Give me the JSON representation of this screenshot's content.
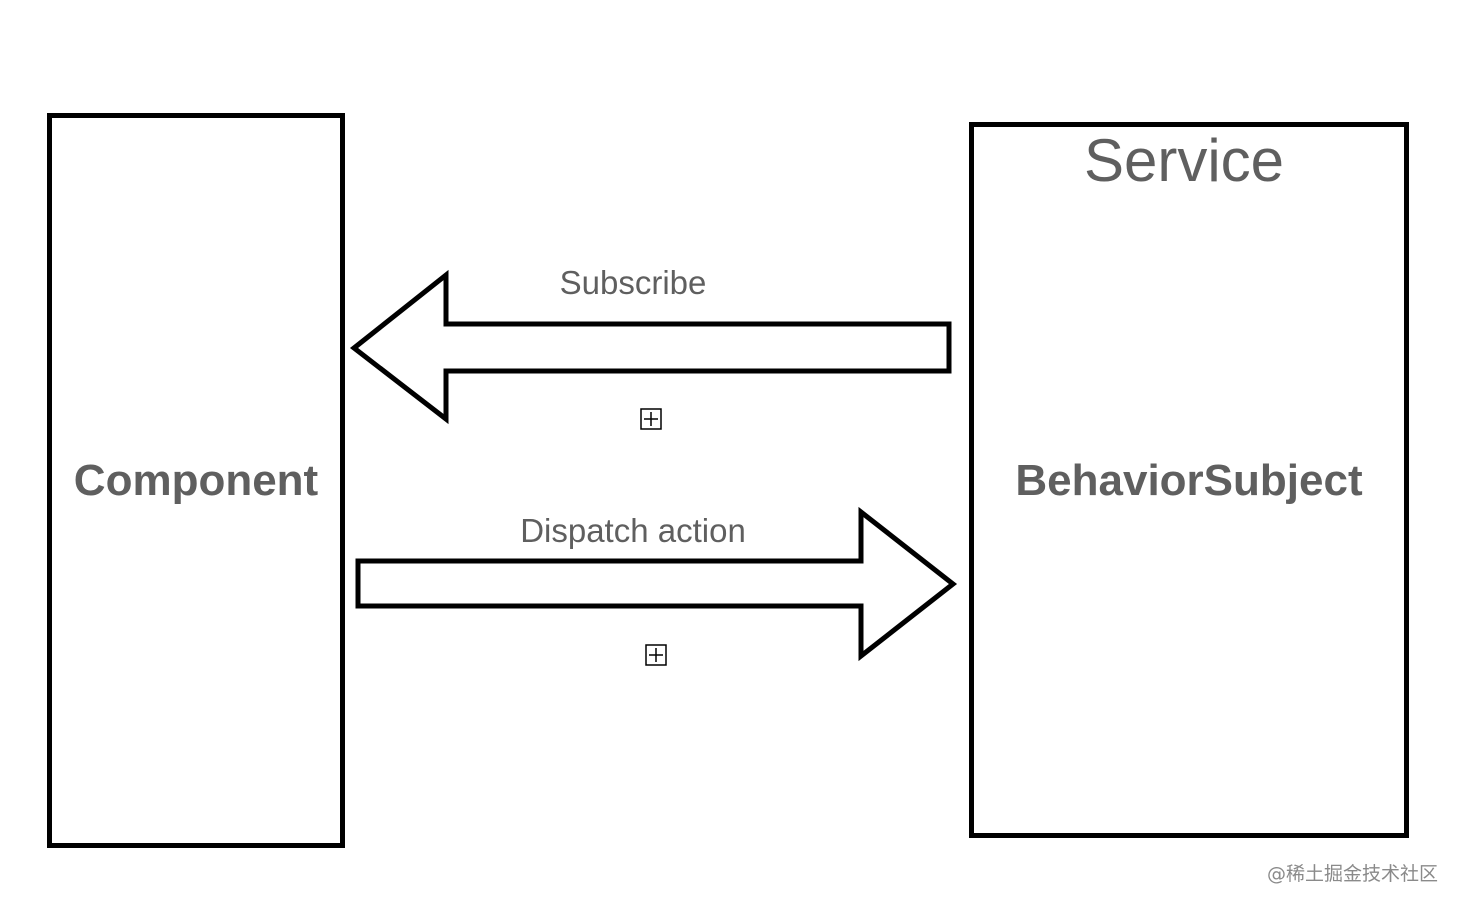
{
  "diagram": {
    "component": {
      "label": "Component"
    },
    "service": {
      "title": "Service",
      "subject_label": "BehaviorSubject"
    },
    "arrows": {
      "subscribe": {
        "label": "Subscribe",
        "direction": "service-to-component"
      },
      "dispatch": {
        "label": "Dispatch action",
        "direction": "component-to-service"
      }
    },
    "colors": {
      "stroke": "#000000",
      "text": "#5f5f5f",
      "background": "#ffffff"
    }
  },
  "watermark": {
    "text": "@稀土掘金技术社区"
  }
}
